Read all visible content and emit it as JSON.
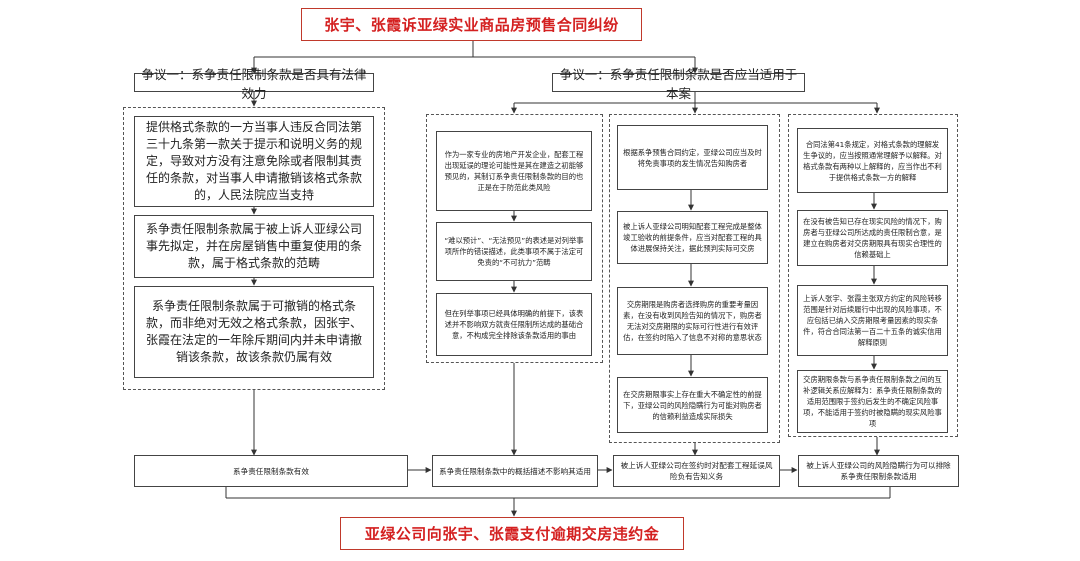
{
  "title_top": "张宇、张霞诉亚绿实业商品房预售合同纠纷",
  "title_bottom": "亚绿公司向张宇、张霞支付逾期交房违约金",
  "dispute_left": "争议一：系争责任限制条款是否具有法律效力",
  "dispute_right": "争议一：系争责任限制条款是否应当适用于本案",
  "left_boxes": [
    "提供格式条款的一方当事人违反合同法第三十九条第一款关于提示和说明义务的规定，导致对方没有注意免除或者限制其责任的条款，对当事人申请撤销该格式条款的，人民法院应当支持",
    "系争责任限制条款属于被上诉人亚绿公司事先拟定，并在房屋销售中重复使用的条款，属于格式条款的范畴",
    "系争责任限制条款属于可撤销的格式条款，而非绝对无效之格式条款，因张宇、张霞在法定的一年除斥期间内并未申请撤销该条款，故该条款仍属有效"
  ],
  "col2_boxes": [
    "作为一家专业的房地产开发企业，配套工程出现延误的理论可能性是其在建造之初能够预见的，其制订系争责任限制条款的目的也正是在于防范此类风险",
    "“难以预计”、“无法预见”的表述是对列举事项所作的错误描述，此类事项不属于法定可免责的“不可抗力”范畴",
    "但在列举事项已经具体明确的前提下，该表述并不影响双方就责任限制所达成的基础合意，不构成完全排除该条款适用的事由"
  ],
  "col3_boxes": [
    "根据系争预售合同约定，亚绿公司应当及时将免责事项的发生情况告知购房者",
    "被上诉人亚绿公司明知配套工程完成是整体竣工验收的前提条件，应当对配套工程的具体进展保持关注，据此预判实际可交房",
    "交房期限是购房者选择购房的重要考量因素，在没有收到风险告知的情况下，购房者无法对交房期限的实际可行性进行有效评估，在签约时陷入了信息不对称的意思状态",
    "在交房期限事实上存在重大不确定性的前提下，亚绿公司的风险隐瞒行为可能对购房者的信赖利益造成实际损失"
  ],
  "col4_boxes": [
    "合同法第41条规定，对格式条款的理解发生争议的，应当按照通常理解予以解释。对格式条款有两种以上解释的，应当作出不利于提供格式条款一方的解释",
    "在没有被告知已存在现实风险的情况下，购房者与亚绿公司所达成的责任限制合意，是建立在购房者对交房期限具有现实合理性的信赖基础上",
    "上诉人张宇、张霞主张双方约定的风险转移范围是针对后续履行中出现的风险事项，不应包括已纳入交房期限考量因素的现实条件，符合合同法第一百二十五条的诚实信用解释原则",
    "交房期限条款与系争责任限制条款之间的互补逻辑关系应解释为：系争责任限制条款的适用范围限于签约后发生的不确定风险事项，不能适用于签约时被隐瞒的现实风险事项"
  ],
  "bottom_boxes": [
    "系争责任限制条款有效",
    "系争责任限制条款中的概括描述不影响其适用",
    "被上诉人亚绿公司在签约时对配套工程延误风险负有告知义务",
    "被上诉人亚绿公司的风险隐瞒行为可以排除系争责任限制条款适用"
  ]
}
